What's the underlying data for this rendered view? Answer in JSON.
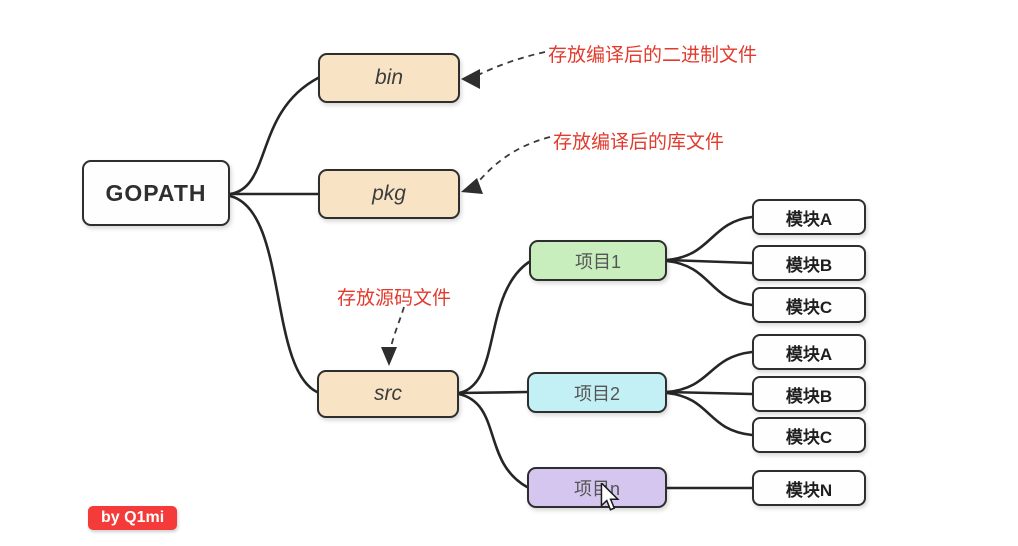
{
  "root": {
    "label": "GOPATH"
  },
  "folders": [
    {
      "label": "bin"
    },
    {
      "label": "pkg"
    },
    {
      "label": "src"
    }
  ],
  "annotations": [
    {
      "text": "存放编译后的二进制文件",
      "target": "bin"
    },
    {
      "text": "存放编译后的库文件",
      "target": "pkg"
    },
    {
      "text": "存放源码文件",
      "target": "src"
    }
  ],
  "projects": [
    {
      "label": "项目1",
      "modules": [
        "模块A",
        "模块B",
        "模块C"
      ]
    },
    {
      "label": "项目2",
      "modules": [
        "模块A",
        "模块B",
        "模块C"
      ]
    },
    {
      "label": "项目n",
      "modules": [
        "模块N"
      ]
    }
  ],
  "badge": {
    "text": "by Q1mi"
  },
  "colors": {
    "folder_fill": "#f8e3c5",
    "project1_fill": "#c9eebe",
    "project2_fill": "#c2f0f5",
    "projectn_fill": "#d5c6ef",
    "module_fill": "#fefefe",
    "node_border": "#2e2e2e",
    "annotation_red": "#e23b2e",
    "badge_bg": "#f43b3a"
  }
}
